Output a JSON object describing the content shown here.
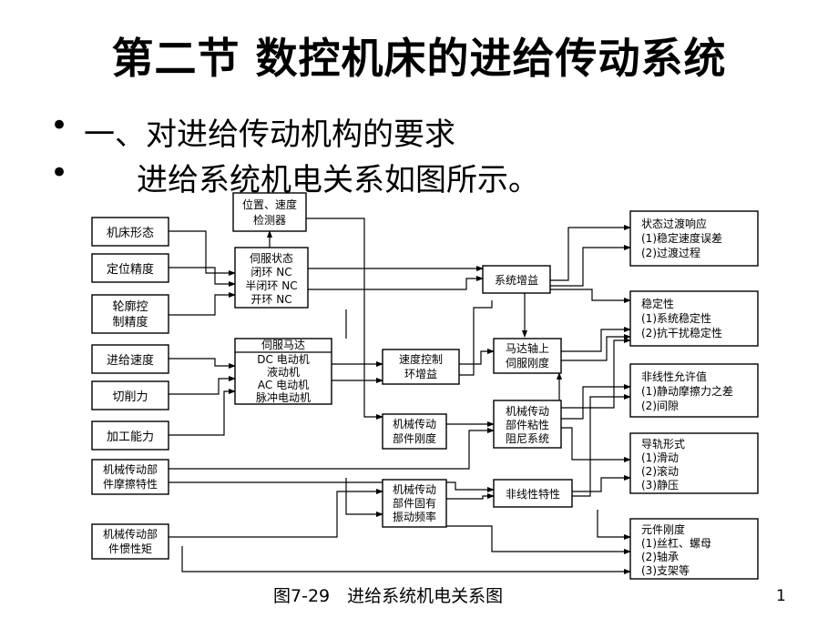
{
  "title": "第二节 数控机床的进给传动系统",
  "bullets": [
    {
      "marker": "•",
      "text": "一、对进给传动机构的要求"
    },
    {
      "marker": "•",
      "text": "进给系统机电关系如图所示。"
    }
  ],
  "diagram": {
    "left_inputs": [
      {
        "id": "jichuang",
        "lines": [
          "机床形态"
        ]
      },
      {
        "id": "dingwei",
        "lines": [
          "定位精度"
        ]
      },
      {
        "id": "lunkuo",
        "lines": [
          "轮廓控",
          "制精度"
        ]
      },
      {
        "id": "jingei",
        "lines": [
          "进给速度"
        ]
      },
      {
        "id": "qiexiao",
        "lines": [
          "切削力"
        ]
      },
      {
        "id": "jiagong",
        "lines": [
          "加工能力"
        ]
      },
      {
        "id": "mocha",
        "lines": [
          "机械传动部",
          "件摩擦特性"
        ]
      },
      {
        "id": "guanxing",
        "lines": [
          "机械传动部",
          "件惯性矩"
        ]
      }
    ],
    "middle": [
      {
        "id": "jiance",
        "lines": [
          "位置、速度",
          "检测器"
        ]
      },
      {
        "id": "sifu_state",
        "lines": [
          "伺服状态",
          "闭环 NC",
          "半闭环 NC",
          "开环 NC"
        ]
      },
      {
        "id": "sifu_motor",
        "lines": [
          "伺服马达",
          "DC 电动机",
          "液动机",
          "AC 电动机",
          "脉冲电动机"
        ]
      },
      {
        "id": "sudu",
        "lines": [
          "速度控制",
          "环增益"
        ]
      },
      {
        "id": "gangdu",
        "lines": [
          "机械传动",
          "部件刚度"
        ]
      },
      {
        "id": "zhendong",
        "lines": [
          "机械传动",
          "部件固有",
          "振动频率"
        ]
      },
      {
        "id": "xitong",
        "lines": [
          "系统增益"
        ]
      },
      {
        "id": "mada",
        "lines": [
          "马达轴上",
          "伺服刚度"
        ]
      },
      {
        "id": "zuni",
        "lines": [
          "机械传动",
          "部件粘性",
          "阻尼系统"
        ]
      },
      {
        "id": "feixian",
        "lines": [
          "非线性特性"
        ]
      }
    ],
    "right_outputs": [
      {
        "id": "guodu",
        "lines": [
          "状态过渡响应",
          "(1)稳定速度误差",
          "(2)过渡过程"
        ]
      },
      {
        "id": "wending",
        "lines": [
          "稳定性",
          "(1)系统稳定性",
          "(2)抗干扰稳定性"
        ]
      },
      {
        "id": "feixianxing",
        "lines": [
          "非线性允许值",
          "(1)静动摩擦力之差",
          "(2)间隙"
        ]
      },
      {
        "id": "daogui",
        "lines": [
          "导轨形式",
          "(1)滑动",
          "(2)滚动",
          "(3)静压"
        ]
      },
      {
        "id": "yuanjian",
        "lines": [
          "元件刚度",
          "(1)丝杠、螺母",
          "(2)轴承",
          "(3)支架等"
        ]
      }
    ]
  },
  "caption": "图7-29　进给系统机电关系图",
  "page_number": "1"
}
